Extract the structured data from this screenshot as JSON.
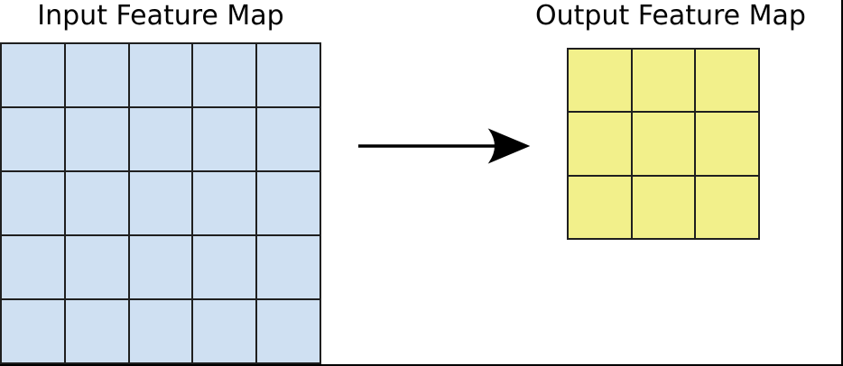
{
  "figure": {
    "background": "#ffffff",
    "frame_color": "#000000",
    "grid_line_color": "#1f1f1f",
    "arrow_color": "#000000"
  },
  "input_map": {
    "title": "Input Feature Map",
    "rows": 5,
    "cols": 5,
    "cell_color": "#cfe0f2"
  },
  "output_map": {
    "title": "Output Feature Map",
    "rows": 3,
    "cols": 3,
    "cell_color": "#f2f08b"
  }
}
